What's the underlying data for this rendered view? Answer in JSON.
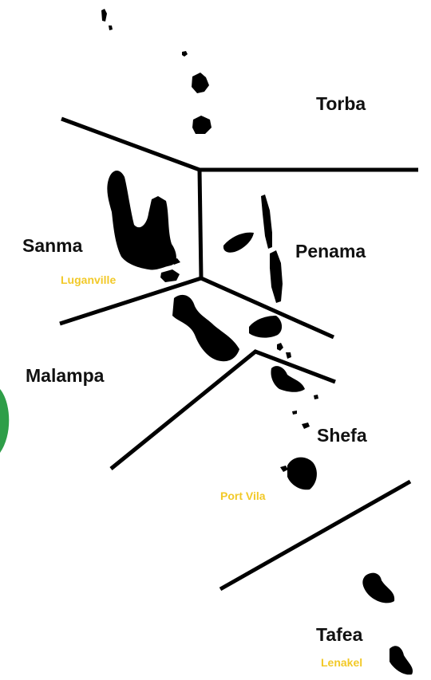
{
  "map": {
    "colors": {
      "land": "#000000",
      "boundary": "#000000",
      "province_label": "#111111",
      "town_label": "#F2C928",
      "accent": "#2E9E48"
    },
    "provinces": [
      {
        "id": "torba",
        "label": "Torba"
      },
      {
        "id": "sanma",
        "label": "Sanma"
      },
      {
        "id": "penama",
        "label": "Penama"
      },
      {
        "id": "malampa",
        "label": "Malampa"
      },
      {
        "id": "shefa",
        "label": "Shefa"
      },
      {
        "id": "tafea",
        "label": "Tafea"
      }
    ],
    "towns": [
      {
        "id": "luganville",
        "label": "Luganville"
      },
      {
        "id": "port-vila",
        "label": "Port Vila"
      },
      {
        "id": "lenakel",
        "label": "Lenakel"
      }
    ]
  }
}
